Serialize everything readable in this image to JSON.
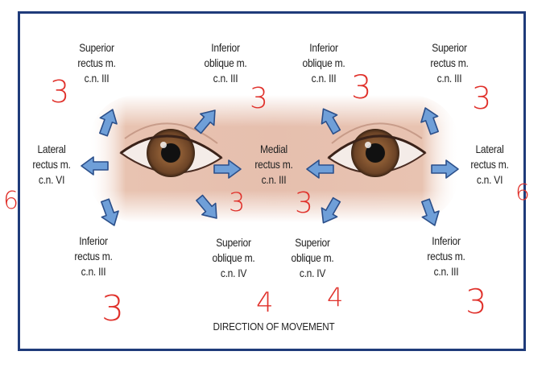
{
  "labels": {
    "left_superior_rectus": [
      "Superior",
      "rectus m.",
      "c.n. III"
    ],
    "left_inferior_oblique": [
      "Inferior",
      "oblique m.",
      "c.n. III"
    ],
    "right_inferior_oblique": [
      "Inferior",
      "oblique m.",
      "c.n. III"
    ],
    "right_superior_rectus": [
      "Superior",
      "rectus m.",
      "c.n. III"
    ],
    "left_lateral_rectus": [
      "Lateral",
      "rectus m.",
      "c.n. VI"
    ],
    "medial_rectus": [
      "Medial",
      "rectus m.",
      "c.n. III"
    ],
    "right_lateral_rectus": [
      "Lateral",
      "rectus m.",
      "c.n. VI"
    ],
    "left_inferior_rectus": [
      "Inferior",
      "rectus m.",
      "c.n. III"
    ],
    "left_superior_oblique": [
      "Superior",
      "oblique m.",
      "c.n. IV"
    ],
    "right_superior_oblique": [
      "Superior",
      "oblique m.",
      "c.n. IV"
    ],
    "right_inferior_rectus": [
      "Inferior",
      "rectus m.",
      "c.n. III"
    ]
  },
  "caption": "DIRECTION OF MOVEMENT",
  "annotations": {
    "a1": "3",
    "a2": "3",
    "a3": "3",
    "a4": "3",
    "a5": "6",
    "a6": "3",
    "a7": "3",
    "a8": "6",
    "a9": "3",
    "a10": "4",
    "a11": "4",
    "a12": "3"
  },
  "colors": {
    "frame": "#1f3b7a",
    "arrow_fill": "#6f9fd8",
    "arrow_stroke": "#2b4f8a",
    "annotation": "#e0312b",
    "iris": "#8a5a33"
  }
}
